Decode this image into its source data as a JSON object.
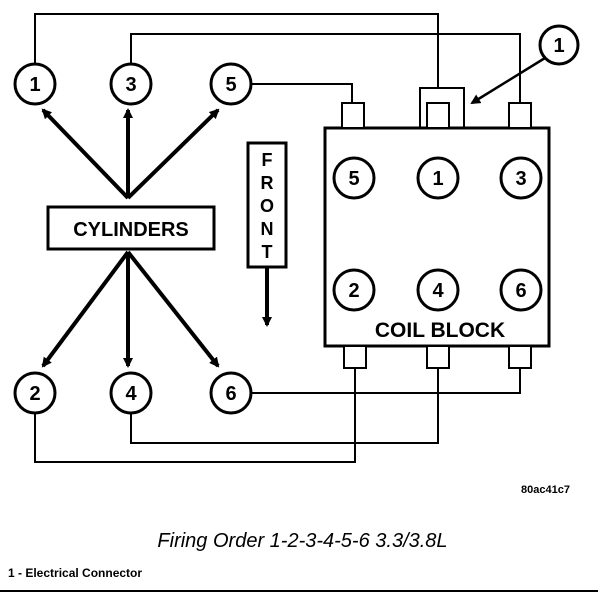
{
  "diagram": {
    "cylinders_label": "CYLINDERS",
    "front_letters": [
      "F",
      "R",
      "O",
      "N",
      "T"
    ],
    "coil_block_label": "COIL BLOCK",
    "top_cylinders": [
      "1",
      "3",
      "5"
    ],
    "bottom_cylinders": [
      "2",
      "4",
      "6"
    ],
    "coil_top_row": [
      "5",
      "1",
      "3"
    ],
    "coil_bottom_row": [
      "2",
      "4",
      "6"
    ],
    "callout": "1",
    "figure_code": "80ac41c7"
  },
  "caption": "Firing Order 1-2-3-4-5-6 3.3/3.8L",
  "legend": {
    "item_1": "1 - Electrical Connector"
  },
  "colors": {
    "ink": "#000000",
    "background": "#ffffff"
  }
}
